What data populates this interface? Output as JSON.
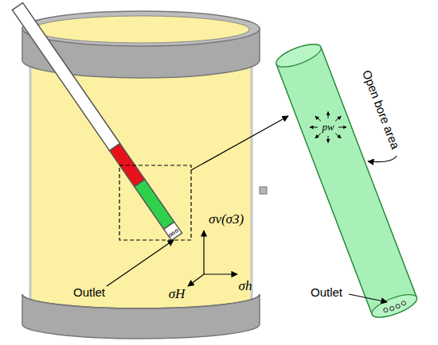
{
  "diagram": {
    "labels": [
      "Outlet",
      "σv(σ3)",
      "σH",
      "σh",
      "Open bore area",
      "pw",
      "Outlet"
    ]
  }
}
